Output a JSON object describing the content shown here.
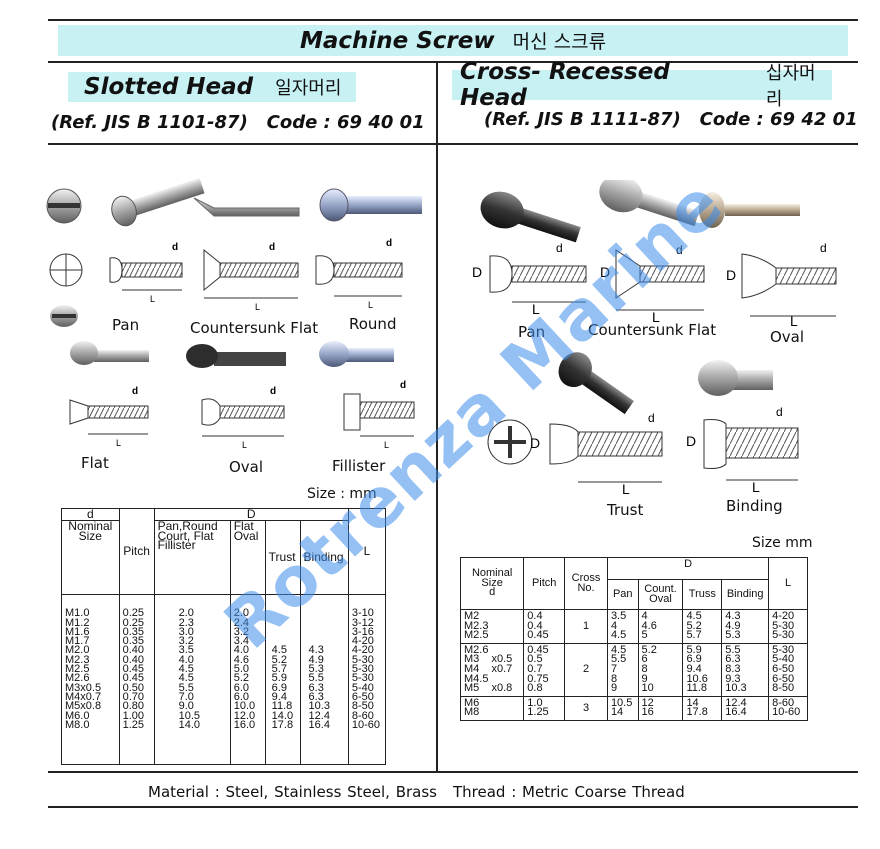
{
  "header": {
    "title_en": "Machine Screw",
    "title_ko": "머신 스크류"
  },
  "slotted": {
    "title_en": "Slotted Head",
    "title_ko": "일자머리",
    "ref": "(Ref. JIS B 1101-87)",
    "code": "Code : 69 40 01",
    "types": [
      "Pan",
      "Countersunk Flat",
      "Round",
      "Flat",
      "Oval",
      "Fillister"
    ],
    "size_unit": "Size : mm",
    "table": {
      "h_d": "d",
      "h_nominal": "Nominal\nSize",
      "h_pitch": "Pitch",
      "h_D": "D",
      "h_panround": "Pan,Round\nCourt, Flat\nFillister",
      "h_flatoval": "Flat\nOval",
      "h_trust": "Trust",
      "h_binding": "Binding",
      "h_L": "L",
      "rows": [
        [
          "M1.0",
          "0.25",
          "2.0",
          "2.0",
          "",
          "",
          "3-10"
        ],
        [
          "M1.2",
          "0.25",
          "2.3",
          "2.4",
          "",
          "",
          "3-12"
        ],
        [
          "M1.6",
          "0.35",
          "3.0",
          "3.2",
          "",
          "",
          "3-16"
        ],
        [
          "M1.7",
          "0.35",
          "3.2",
          "3.4",
          "",
          "",
          "4-20"
        ],
        [
          "M2.0",
          "0.40",
          "3.5",
          "4.0",
          "4.5",
          "4.3",
          "4-20"
        ],
        [
          "M2.3",
          "0.40",
          "4.0",
          "4.6",
          "5.2",
          "4.9",
          "5-30"
        ],
        [
          "M2.5",
          "0.45",
          "4.5",
          "5.0",
          "5.7",
          "5.3",
          "5-30"
        ],
        [
          "M2.6",
          "0.45",
          "4.5",
          "5.2",
          "5.9",
          "5.5",
          "5-30"
        ],
        [
          "M3x0.5",
          "0.50",
          "5.5",
          "6.0",
          "6.9",
          "6.3",
          "5-40"
        ],
        [
          "M4x0.7",
          "0.70",
          "7.0",
          "6.0",
          "9.4",
          "6.3",
          "6-50"
        ],
        [
          "M5x0.8",
          "0.80",
          "9.0",
          "10.0",
          "11.8",
          "10.3",
          "8-50"
        ],
        [
          "M6.0",
          "1.00",
          "10.5",
          "12.0",
          "14.0",
          "12.4",
          "8-60"
        ],
        [
          "M8.0",
          "1.25",
          "14.0",
          "16.0",
          "17.8",
          "16.4",
          "10-60"
        ]
      ]
    }
  },
  "cross": {
    "title_en": "Cross- Recessed Head",
    "title_ko": "십자머리",
    "ref": "(Ref. JIS B 1111-87)",
    "code": "Code : 69 42 01",
    "types": [
      "Pan",
      "Countersunk Flat",
      "Oval",
      "Trust",
      "Binding"
    ],
    "size_unit": "Size mm",
    "table": {
      "h_nominal": "Nominal\nSize\nd",
      "h_pitch": "Pitch",
      "h_cross": "Cross\nNo.",
      "h_D": "D",
      "h_pan": "Pan",
      "h_count": "Count.\nOval",
      "h_truss": "Truss",
      "h_binding": "Binding",
      "h_L": "L",
      "groups": [
        {
          "sizes": "M2\nM2.3\nM2.5",
          "pitch": "0.4\n0.4\n0.45",
          "cross": "1",
          "pan": "3.5\n4\n4.5",
          "count": "4\n4.6\n5",
          "truss": "4.5\n5.2\n5.7",
          "binding": "4.3\n4.9\n5.3",
          "L": "4-20\n5-30\n5-30"
        },
        {
          "sizes": "M2.6\nM3    x0.5\nM4    x0.7\nM4.5\nM5    x0.8",
          "pitch": "0.45\n0.5\n0.7\n0.75\n0.8",
          "cross": "2",
          "pan": "4.5\n5.5\n7\n8\n9",
          "count": "5.2\n6\n8\n9\n10",
          "truss": "5.9\n6.9\n9.4\n10.6\n11.8",
          "binding": "5.5\n6.3\n8.3\n9.3\n10.3",
          "L": "5-30\n5-40\n6-50\n6-50\n8-50"
        },
        {
          "sizes": "M6\nM8",
          "pitch": "1.0\n1.25",
          "cross": "3",
          "pan": "10.5\n14",
          "count": "12\n16",
          "truss": "14\n17.8",
          "binding": "12.4\n16.4",
          "L": "8-60\n10-60"
        }
      ]
    }
  },
  "footer": {
    "material": "Material : Steel, Stainless Steel, Brass",
    "thread": "Thread : Metric Coarse Thread"
  },
  "watermark": "Rotrenza Marine",
  "colors": {
    "banner": "#c8f1f4",
    "watermark": "#3c8ceb"
  }
}
